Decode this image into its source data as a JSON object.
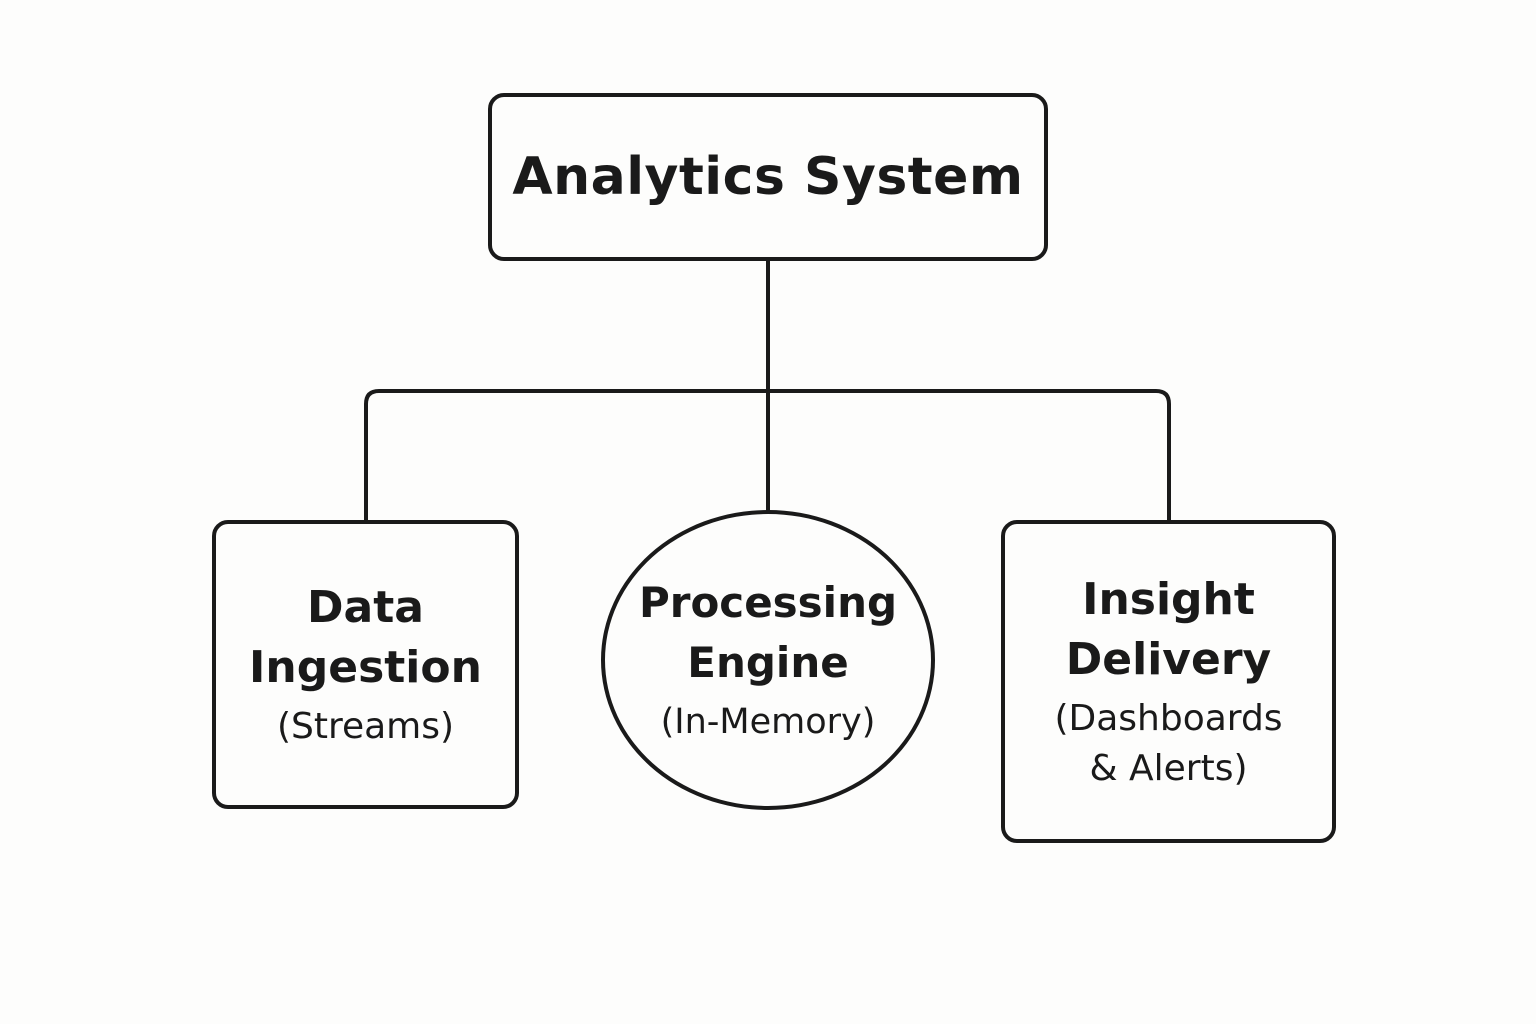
{
  "diagram": {
    "root": {
      "label": "Analytics System"
    },
    "children": [
      {
        "title_line1": "Data",
        "title_line2": "Ingestion",
        "sub_line1": "(Streams)",
        "sub_line2": ""
      },
      {
        "title_line1": "Processing",
        "title_line2": "Engine",
        "sub_line1": "(In-Memory)",
        "sub_line2": ""
      },
      {
        "title_line1": "Insight",
        "title_line2": "Delivery",
        "sub_line1": "(Dashboards",
        "sub_line2": "& Alerts)"
      }
    ],
    "colors": {
      "stroke": "#1a1a1a",
      "background": "#fdfdfc"
    }
  }
}
